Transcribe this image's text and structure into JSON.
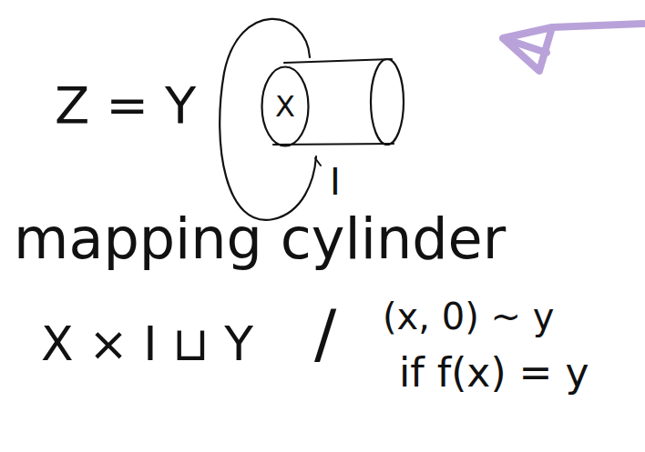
{
  "diagram": {
    "nodes": [
      {
        "text": [
          "X"
        ]
      }
    ],
    "labels": [
      "Z = Y",
      "I",
      "mapping cylinder",
      "X × I ⊔ Y",
      "/",
      "(x, 0) ~ y",
      "if f(x) = y"
    ]
  }
}
